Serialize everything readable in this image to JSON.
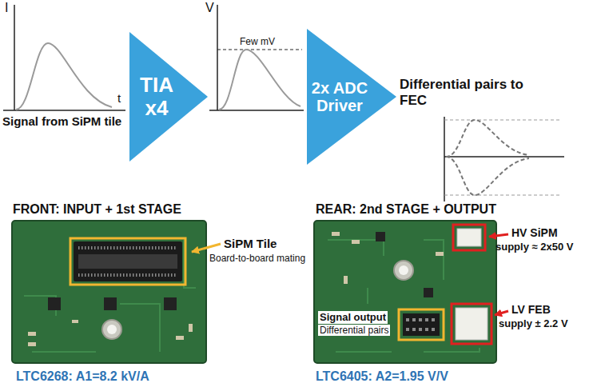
{
  "diagram": {
    "nodes": [
      {
        "text": [
          "TIA x4"
        ]
      },
      {
        "text": [
          "2x ADC Driver"
        ]
      }
    ],
    "labels": [
      "I",
      "t",
      "Signal from SiPM tile",
      "V",
      "Few mV",
      "Differential pairs to FEC",
      "FRONT: INPUT + 1st STAGE",
      "SiPM Tile",
      "Board-to-board mating",
      "LTC6268: A1=8.2 kV/A",
      "REAR: 2nd STAGE + OUTPUT",
      "HV SiPM",
      "supply ≈ 2x50 V",
      "Signal output",
      "Differential pairs",
      "LV FEB",
      "supply ± 2.2 V",
      "LTC6405: A2=1.95 V/V"
    ]
  }
}
